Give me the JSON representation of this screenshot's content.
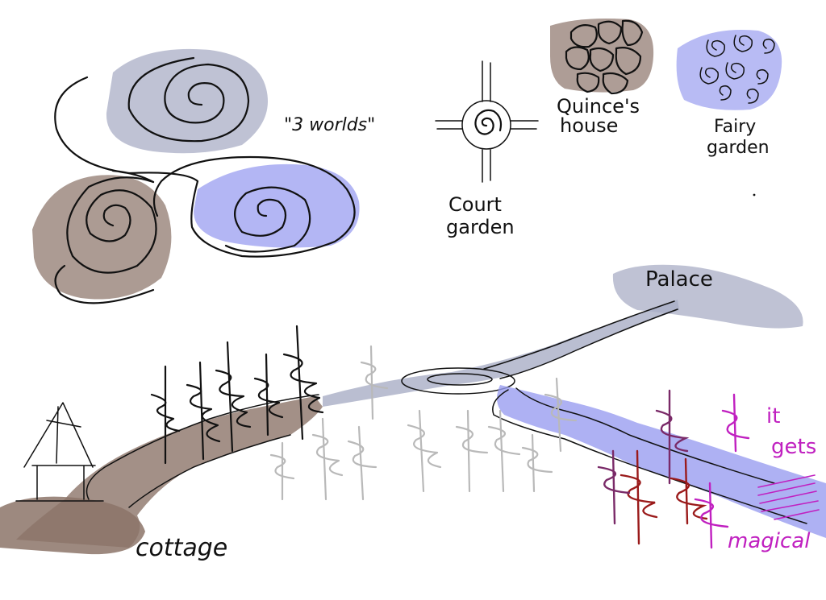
{
  "labels": {
    "three_worlds": "\"3 worlds\"",
    "court_garden_line1": "Court",
    "court_garden_line2": "garden",
    "quinces_house_line1": "Quince's",
    "quinces_house_line2": "house",
    "fairy_garden_line1": "Fairy",
    "fairy_garden_line2": "garden",
    "palace": "Palace",
    "cottage": "cottage",
    "it_gets_line1": "it",
    "it_gets_line2": "gets",
    "magical": "magical"
  },
  "colors": {
    "brown_wash": "#8c7469",
    "grey_wash": "#a9aec6",
    "blue_wash": "#9a9ef0",
    "ink": "#111111",
    "grey_tree": "#b9b9b9",
    "dark_red_tree": "#9a1a1a",
    "purple_tree": "#7a2a68",
    "magenta_text": "#c020c0"
  }
}
